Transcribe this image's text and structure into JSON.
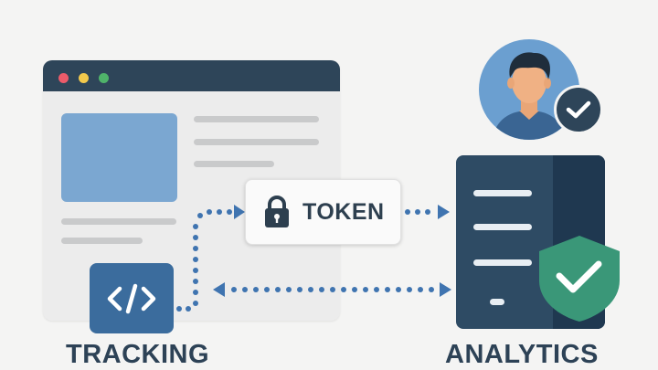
{
  "token": {
    "label": "TOKEN"
  },
  "captions": {
    "tracking": "TRACKING",
    "analytics": "ANALYTICS"
  },
  "icons": {
    "lock": "lock-icon",
    "code": "code-icon",
    "user": "user-avatar",
    "user_check": "check-icon",
    "shield_check": "shield-check-icon"
  },
  "colors": {
    "background": "#f4f4f3",
    "navy": "#2e4559",
    "accent_blue": "#3b6c9d",
    "light_blue": "#7ba7d1",
    "connector": "#3f74b0",
    "shield_green": "#3a9778",
    "text": "#2d4256"
  }
}
